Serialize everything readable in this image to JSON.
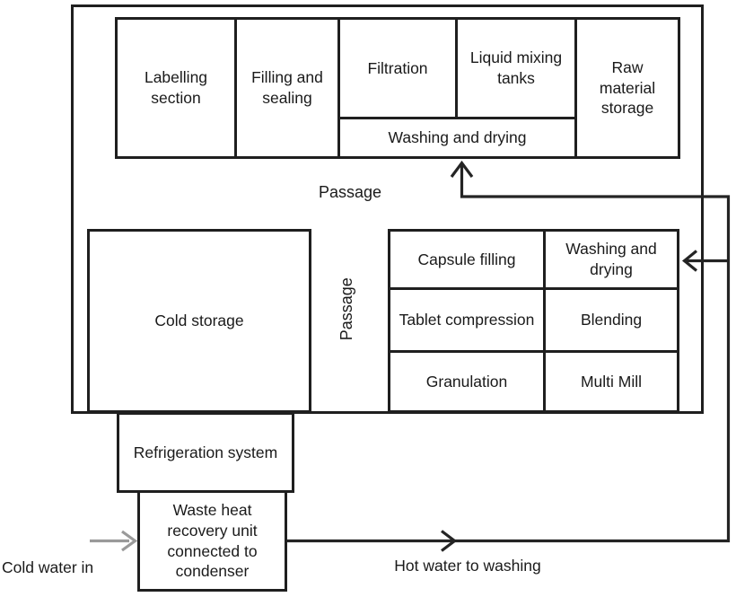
{
  "boxes": {
    "labelling": "Labelling section",
    "filling": "Filling and sealing",
    "filtration": "Filtration",
    "liquid_mixing": "Liquid mixing tanks",
    "washing_top": "Washing and drying",
    "raw_material": "Raw material storage",
    "cold_storage": "Cold storage",
    "capsule_filling": "Capsule filling",
    "washing_mid": "Washing and drying",
    "tablet_compression": "Tablet compression",
    "blending": "Blending",
    "granulation": "Granulation",
    "multi_mill": "Multi Mill",
    "refrigeration": "Refrigeration system",
    "waste_heat": "Waste heat recovery unit connected to condenser"
  },
  "labels": {
    "passage_horizontal": "Passage",
    "passage_vertical": "Passage",
    "cold_water_in": "Cold water in",
    "hot_water_to_washing": "Hot water to washing"
  },
  "colors": {
    "line": "#1f1f1f",
    "flow_arrow": "#242424",
    "cold_water_arrow": "#9a9a9a",
    "background": "#ffffff",
    "text": "#1a1a1a"
  }
}
